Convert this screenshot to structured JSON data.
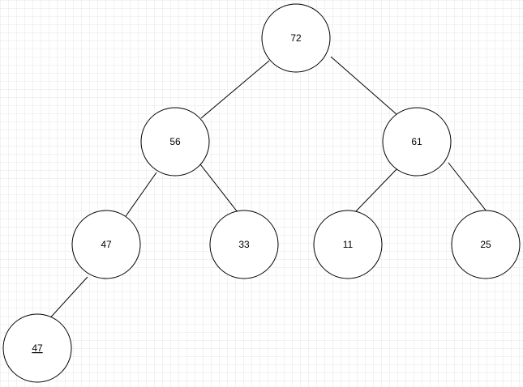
{
  "diagram": {
    "type": "binary-tree",
    "nodes": [
      {
        "id": "n0",
        "label": "72"
      },
      {
        "id": "n1",
        "label": "56"
      },
      {
        "id": "n2",
        "label": "61"
      },
      {
        "id": "n3",
        "label": "47"
      },
      {
        "id": "n4",
        "label": "33"
      },
      {
        "id": "n5",
        "label": "11"
      },
      {
        "id": "n6",
        "label": "25"
      },
      {
        "id": "n7",
        "label": "47"
      }
    ],
    "edges": [
      {
        "from": "n0",
        "to": "n1"
      },
      {
        "from": "n0",
        "to": "n2"
      },
      {
        "from": "n1",
        "to": "n3"
      },
      {
        "from": "n1",
        "to": "n4"
      },
      {
        "from": "n2",
        "to": "n5"
      },
      {
        "from": "n2",
        "to": "n6"
      },
      {
        "from": "n3",
        "to": "n7"
      }
    ]
  },
  "colors": {
    "background": "#ffffff",
    "grid": "#e3e3e3",
    "node_stroke": "#000000",
    "node_fill": "#ffffff",
    "edge": "#000000",
    "text": "#000000"
  }
}
